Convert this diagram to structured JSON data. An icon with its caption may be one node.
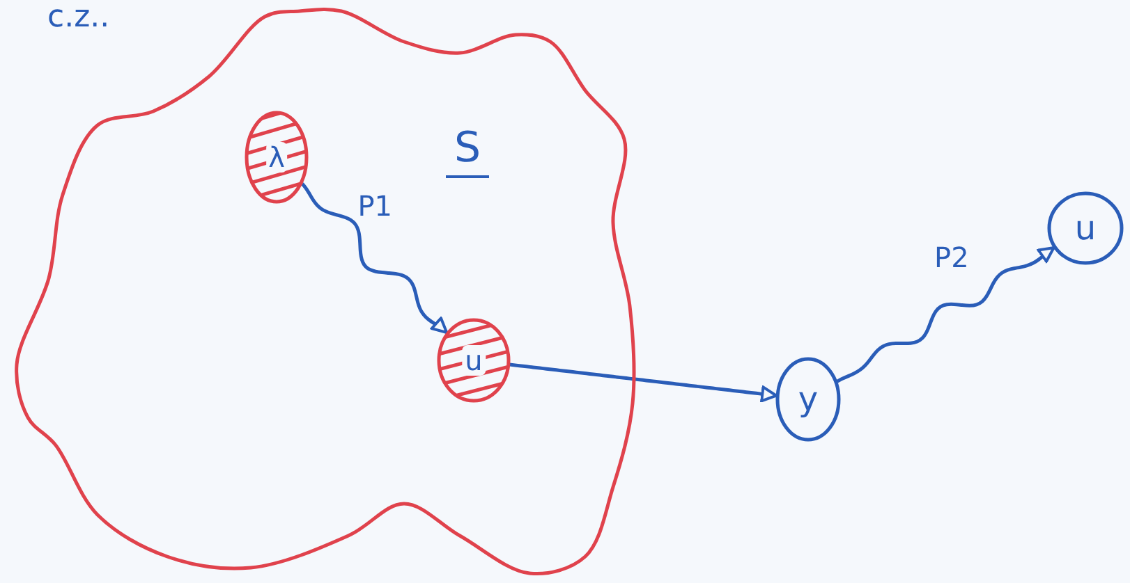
{
  "diagram": {
    "nodes": [
      {
        "text": [
          "S"
        ]
      },
      {
        "text": [
          "λ"
        ],
        "in": 0
      },
      {
        "text": [
          "u"
        ],
        "in": 0
      },
      {
        "text": [
          "y"
        ]
      },
      {
        "text": [
          "u"
        ]
      }
    ],
    "edges": [
      {
        "from": 1,
        "to": 2,
        "arrow": "to",
        "label": "P1"
      },
      {
        "from": 2,
        "to": 3,
        "arrow": "to"
      },
      {
        "from": 3,
        "to": 4,
        "arrow": "to",
        "label": "P2"
      }
    ],
    "labels": [
      "c.z.."
    ]
  }
}
